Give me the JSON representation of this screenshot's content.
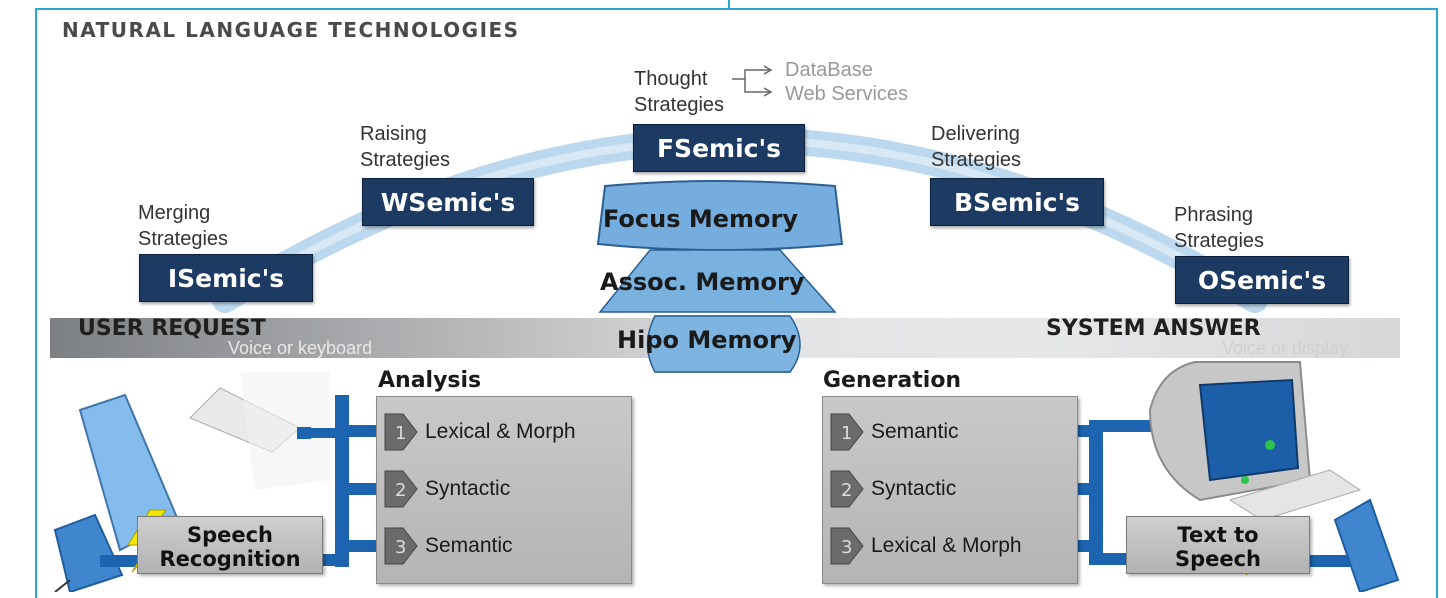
{
  "title": "NATURAL LANGUAGE TECHNOLOGIES",
  "strategies": [
    {
      "label_line1": "Merging",
      "label_line2": "Strategies",
      "semic": "ISemic's"
    },
    {
      "label_line1": "Raising",
      "label_line2": "Strategies",
      "semic": "WSemic's"
    },
    {
      "label_line1": "Thought",
      "label_line2": "Strategies",
      "semic": "FSemic's"
    },
    {
      "label_line1": "Delivering",
      "label_line2": "Strategies",
      "semic": "BSemic's"
    },
    {
      "label_line1": "Phrasing",
      "label_line2": "Strategies",
      "semic": "OSemic's"
    }
  ],
  "services": [
    "DataBase",
    "Web Services"
  ],
  "memory": {
    "focus": "Focus Memory",
    "assoc": "Assoc. Memory",
    "hipo": "Hipo Memory"
  },
  "band": {
    "left_title": "USER REQUEST",
    "left_sub": "Voice or keyboard",
    "right_title": "SYSTEM ANSWER",
    "right_sub": "Voice or display"
  },
  "analysis": {
    "title": "Analysis",
    "steps": [
      {
        "num": "1",
        "label": "Lexical & Morph"
      },
      {
        "num": "2",
        "label": "Syntactic"
      },
      {
        "num": "3",
        "label": "Semantic"
      }
    ]
  },
  "generation": {
    "title": "Generation",
    "steps": [
      {
        "num": "1",
        "label": "Semantic"
      },
      {
        "num": "2",
        "label": "Syntactic"
      },
      {
        "num": "3",
        "label": "Lexical & Morph"
      }
    ]
  },
  "speech_recognition": {
    "line1": "Speech",
    "line2": "Recognition"
  },
  "text_to_speech": {
    "line1": "Text to",
    "line2": "Speech"
  },
  "colors": {
    "frame": "#29a6d6",
    "semic_box": "#1d3a63",
    "memory_fill": "#6fa8db",
    "arc": "#b9d6ec",
    "connector": "#1c64b0",
    "lightning": "#f2e600"
  }
}
